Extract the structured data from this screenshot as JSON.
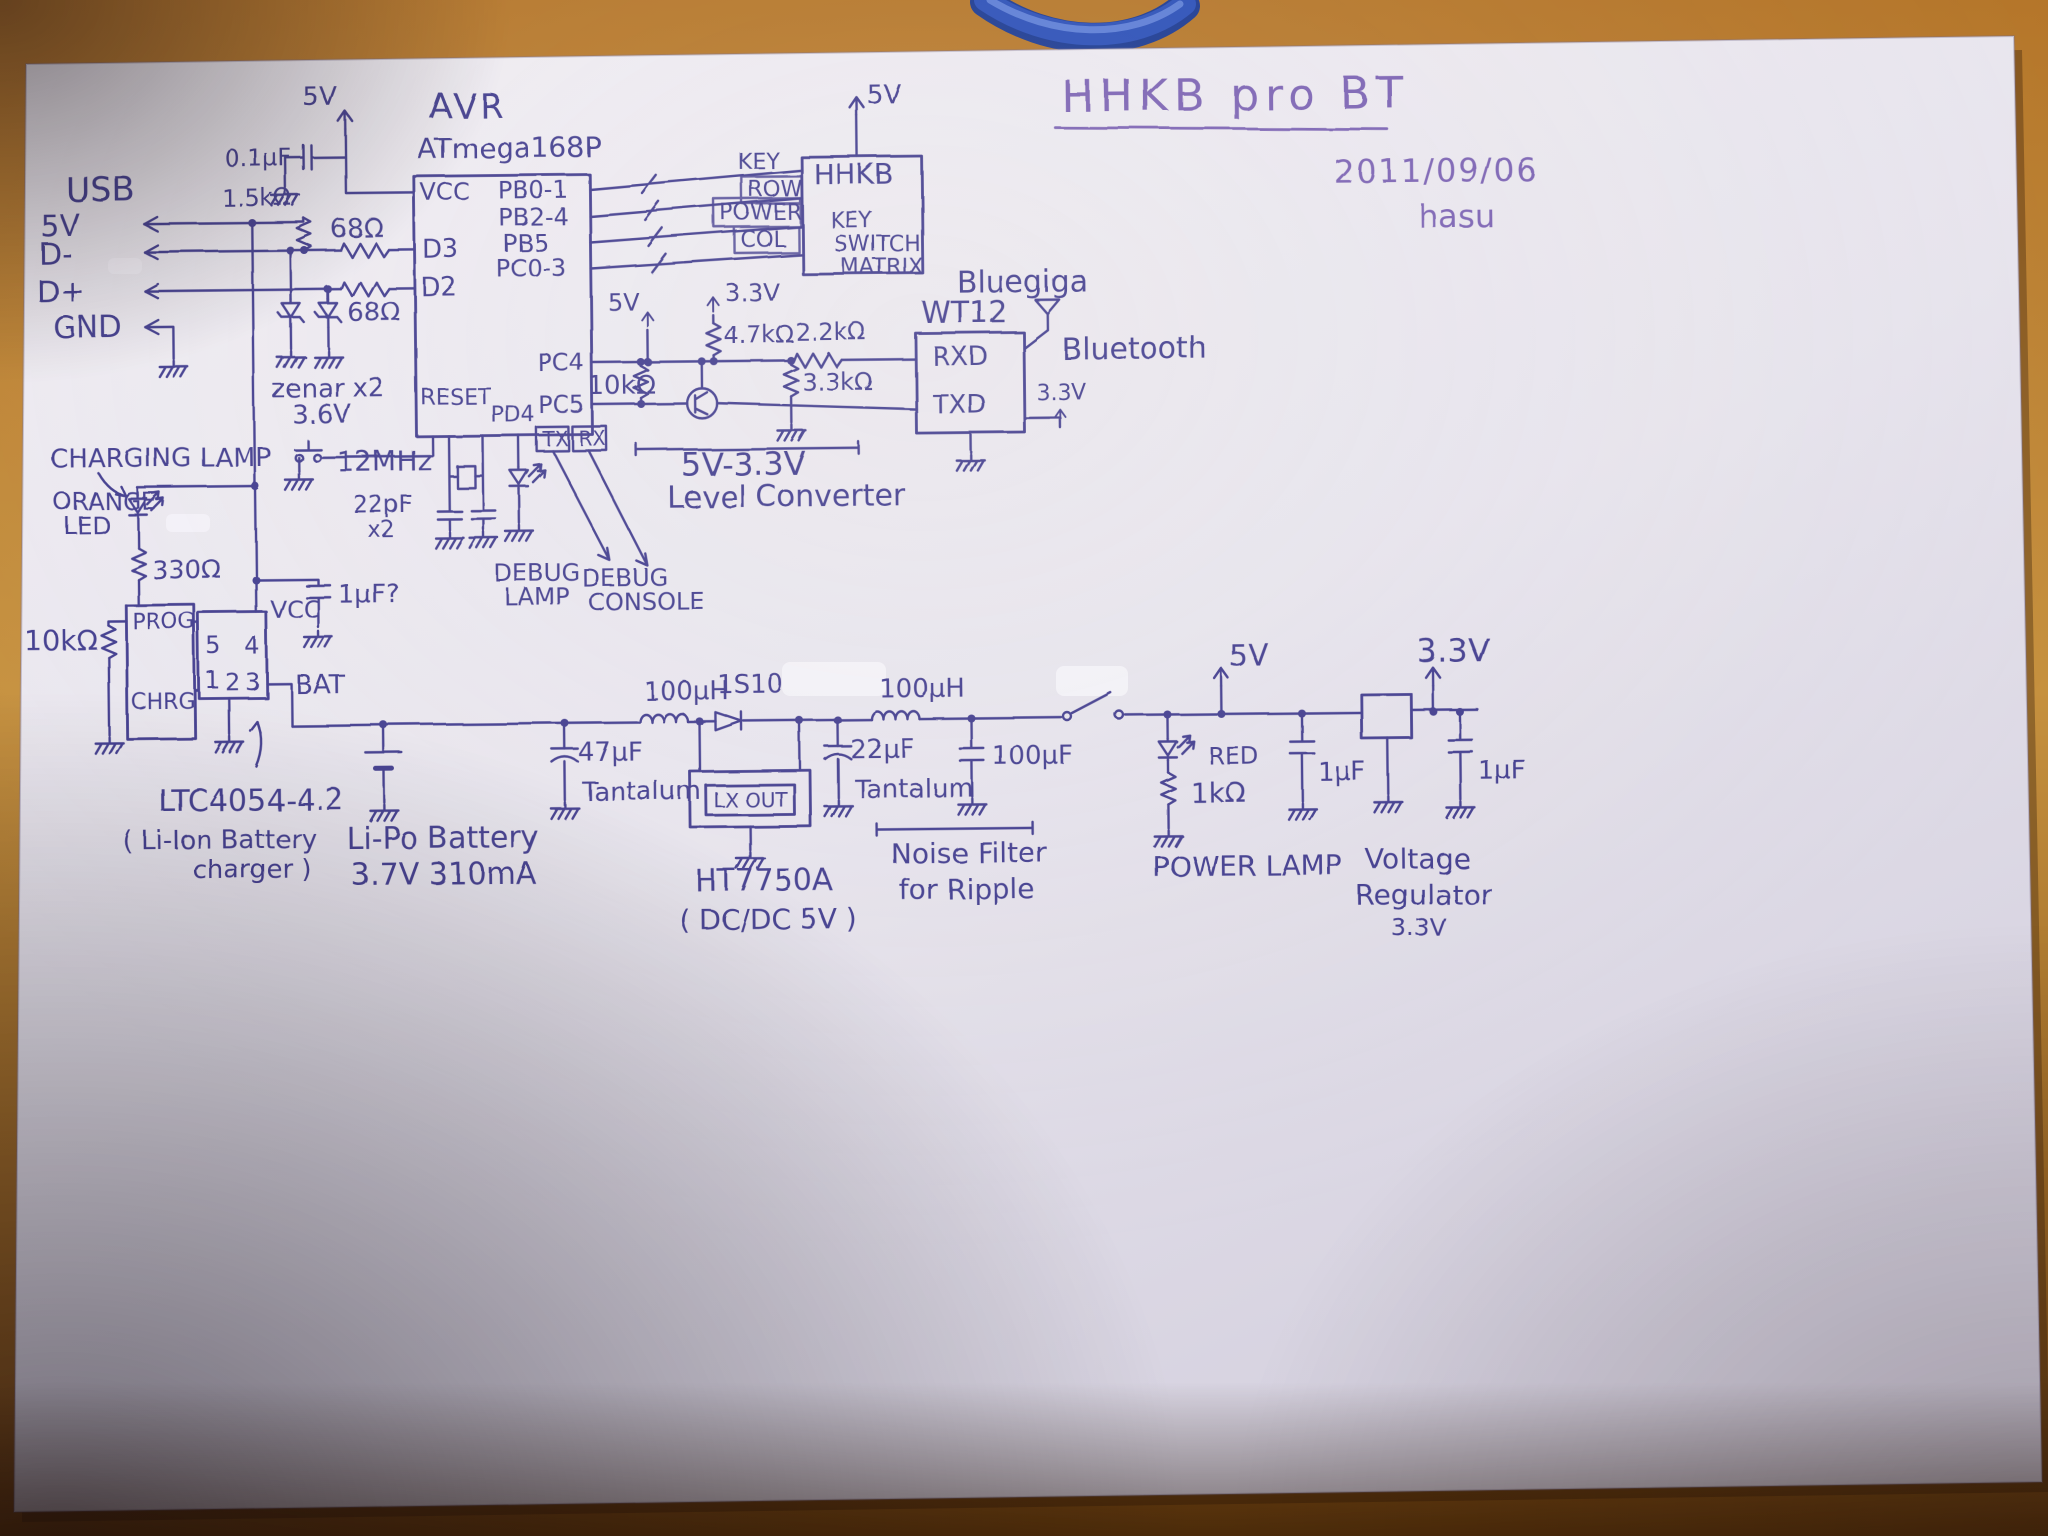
{
  "ink": {
    "main": "#433d8f",
    "light": "#7b63b4",
    "paper": "#e7e4ed",
    "wood": "#b5762a",
    "cable": "#2b4fb8"
  },
  "title_block": {
    "title": "HHKB pro BT",
    "date": "2011/09/06",
    "author": "hasu"
  },
  "usb": {
    "heading": "USB",
    "p5v": "5V",
    "dm": "D-",
    "dp": "D+",
    "gnd": "GND"
  },
  "power_in": {
    "rail5v": "5V",
    "cap": "0.1µF",
    "res": "1.5kΩ",
    "res68a": "68Ω",
    "res68b": "68Ω",
    "zener": "zenar x2",
    "zener_v": "3.6V"
  },
  "avr": {
    "heading": "AVR",
    "part": "ATmega168P",
    "vcc": "VCC",
    "d3": "D3",
    "d2": "D2",
    "reset": "RESET",
    "pb01": "PB0-1",
    "pb24": "PB2-4",
    "pb5": "PB5",
    "pc03": "PC0-3",
    "pc4": "PC4",
    "pc5": "PC5",
    "pd4": "PD4"
  },
  "matrix": {
    "rail": "5V",
    "name": "HHKB",
    "key_top": "KEY",
    "row": "ROW",
    "power": "POWER",
    "col": "COL",
    "key": "KEY",
    "switch": "SWITCH",
    "matrix": "MATRIX"
  },
  "bt": {
    "vendor": "Bluegiga",
    "part": "WT12",
    "rxd": "RXD",
    "txd": "TXD",
    "label": "Bluetooth",
    "rail": "3.3V"
  },
  "lvl": {
    "v5": "5V",
    "v33": "3.3V",
    "r47k": "4.7kΩ",
    "r10k": "10kΩ",
    "r33k": "3.3kΩ",
    "r22k": "2.2kΩ",
    "cap1": "5V-3.3V",
    "cap2": "Level Converter"
  },
  "clock": {
    "freq": "12MHz",
    "c": "22pF",
    "qty": "x2"
  },
  "debug": {
    "tx": "TX",
    "rx": "RX",
    "lamp1": "DEBUG",
    "lamp2": "LAMP",
    "con1": "DEBUG",
    "con2": "CONSOLE"
  },
  "charger": {
    "lamp": "CHARGING LAMP",
    "led1": "ORANGE",
    "led2": "LED",
    "r330": "330Ω",
    "r10k": "10kΩ",
    "prog": "PROG",
    "chrg": "CHRG",
    "vcc": "VCC",
    "bat": "BAT",
    "p5": "5",
    "p4": "4",
    "p1": "1",
    "p2": "2",
    "p3": "3",
    "cap": "1µF?",
    "part": "LTC4054-4.2",
    "cap1": "( Li-Ion Battery",
    "cap2": "charger )"
  },
  "battery": {
    "l1": "Li-Po Battery",
    "l2": "3.7V 310mA"
  },
  "boost": {
    "ind": "100µH",
    "diode": "1S10",
    "cin": "47µF",
    "cin_t": "Tantalum",
    "lx": "LX OUT",
    "part": "HT7750A",
    "sub": "( DC/DC 5V )",
    "cout": "22µF",
    "cout_t": "Tantalum"
  },
  "filter": {
    "ind": "100µH",
    "c": "100µF",
    "cap1": "Noise Filter",
    "cap2": "for Ripple"
  },
  "lamp": {
    "rail": "5V",
    "led": "RED",
    "r": "1kΩ",
    "caption": "POWER LAMP"
  },
  "reg": {
    "cin": "1µF",
    "cout": "1µF",
    "rail": "3.3V",
    "cap1": "Voltage",
    "cap2": "Regulator",
    "cap3": "3.3V"
  }
}
